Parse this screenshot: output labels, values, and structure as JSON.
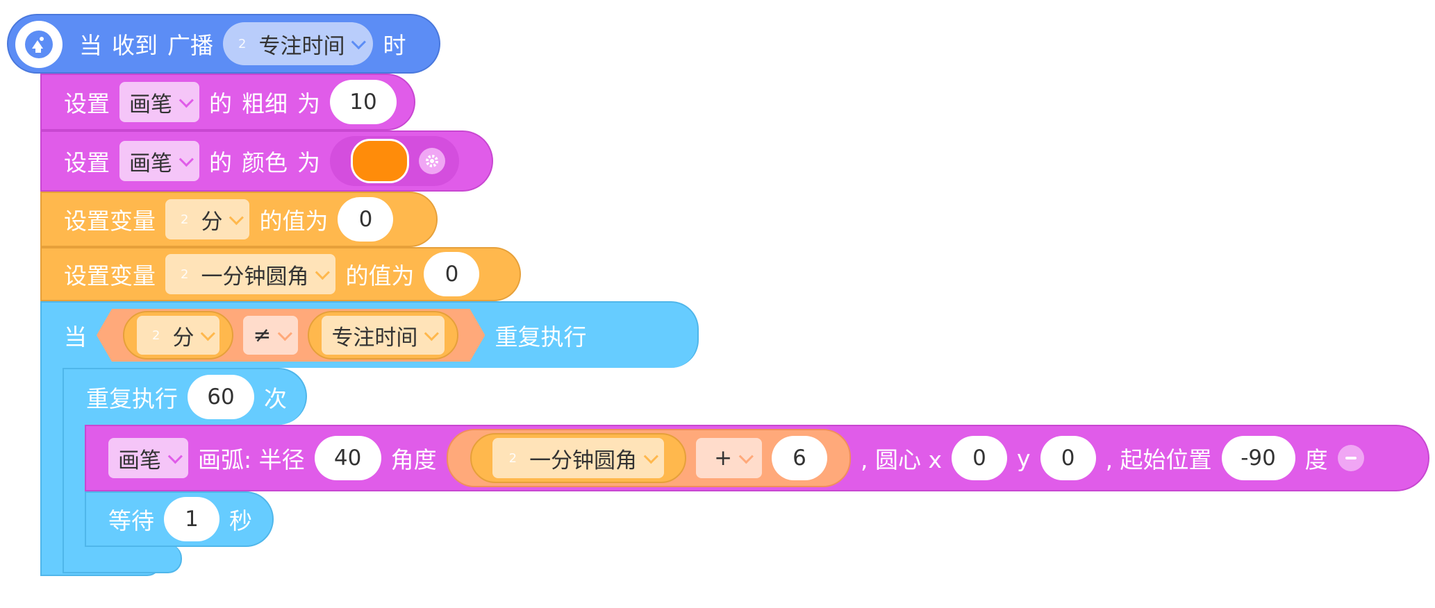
{
  "hat": {
    "when": "当",
    "received": "收到",
    "broadcast": "广播",
    "message": "专注时间",
    "then": "时",
    "badge": "2"
  },
  "pen_size": {
    "set": "设置",
    "target": "画笔",
    "of": "的",
    "prop": "粗细",
    "to": "为",
    "value": "10"
  },
  "pen_color": {
    "set": "设置",
    "target": "画笔",
    "of": "的",
    "prop": "颜色",
    "to": "为",
    "color": "#ff8c0a"
  },
  "set_var1": {
    "label": "设置变量",
    "var": "分",
    "badge": "2",
    "to_value": "的值为",
    "value": "0"
  },
  "set_var2": {
    "label": "设置变量",
    "var": "一分钟圆角",
    "badge": "2",
    "to_value": "的值为",
    "value": "0"
  },
  "while_loop": {
    "when": "当",
    "left_var": "分",
    "badge": "2",
    "op": "≠",
    "right": "专注时间",
    "repeat": "重复执行"
  },
  "repeat_loop": {
    "label": "重复执行",
    "times": "60",
    "unit": "次"
  },
  "arc": {
    "target": "画笔",
    "label": "画弧: 半径",
    "radius": "40",
    "angle_label": "角度",
    "var": "一分钟圆角",
    "badge": "2",
    "op": "+",
    "add": "6",
    "center_label": ", 圆心 x",
    "cx": "0",
    "y_label": "y",
    "cy": "0",
    "start_label": ", 起始位置",
    "start": "-90",
    "deg": "度"
  },
  "wait": {
    "label": "等待",
    "value": "1",
    "unit": "秒"
  },
  "colors": {
    "event": "#5c8df5",
    "pen": "#e05ce9",
    "variable": "#ffb84d",
    "control": "#66ccff",
    "operator": "#ffa97a"
  }
}
